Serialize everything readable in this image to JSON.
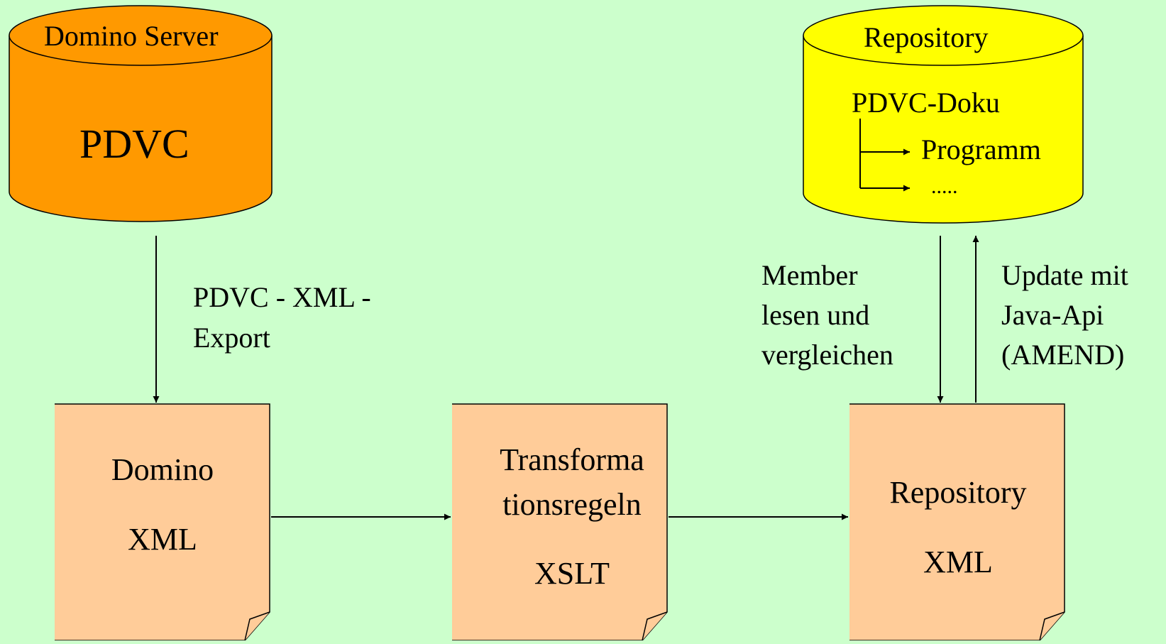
{
  "colors": {
    "background": "#ccffcc",
    "domino_db": "#ff9900",
    "repository_db": "#ffff00",
    "document": "#ffcc99",
    "line": "#000000"
  },
  "domino_server": {
    "title": "Domino Server",
    "content": "PDVC"
  },
  "repository_db": {
    "title": "Repository",
    "root": "PDVC-Doku",
    "children": [
      "Programm",
      "....."
    ]
  },
  "export_label": {
    "line1": "PDVC - XML -",
    "line2": "Export"
  },
  "read_label": {
    "line1": "Member",
    "line2": "lesen und",
    "line3": "vergleichen"
  },
  "update_label": {
    "line1": "Update mit",
    "line2": "Java-Api",
    "line3": "(AMEND)"
  },
  "documents": [
    {
      "line1": "Domino",
      "line2": "XML"
    },
    {
      "line1": "Transforma",
      "line2": "tionsregeln",
      "line3": "XSLT"
    },
    {
      "line1": "Repository",
      "line2": "XML"
    }
  ]
}
